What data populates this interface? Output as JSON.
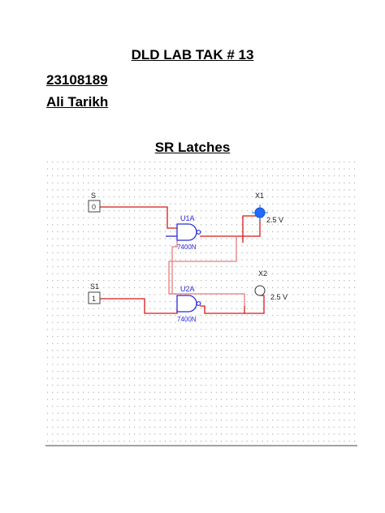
{
  "header": {
    "title": "DLD LAB TAK # 13",
    "roll_number": "23108189",
    "name": "Ali Tarikh",
    "section_title": "SR Latches"
  },
  "schematic": {
    "switch_s": {
      "label": "S",
      "state": "0"
    },
    "switch_s1": {
      "label": "S1",
      "state": "1"
    },
    "gate_top": {
      "ref": "U1A",
      "part": "7400N"
    },
    "gate_bottom": {
      "ref": "U2A",
      "part": "7400N"
    },
    "probe_x1": {
      "label": "X1",
      "voltage": "2.5 V",
      "lit": true,
      "color": "#1e6bff"
    },
    "probe_x2": {
      "label": "X2",
      "voltage": "2.5 V",
      "lit": false
    },
    "colors": {
      "wire_active": "#d81818",
      "wire_inactive": "#e87c7c",
      "wire_blue": "#2a2adc",
      "gate_outline": "#2a2adc",
      "grid_dot": "#8c8c8c"
    }
  }
}
